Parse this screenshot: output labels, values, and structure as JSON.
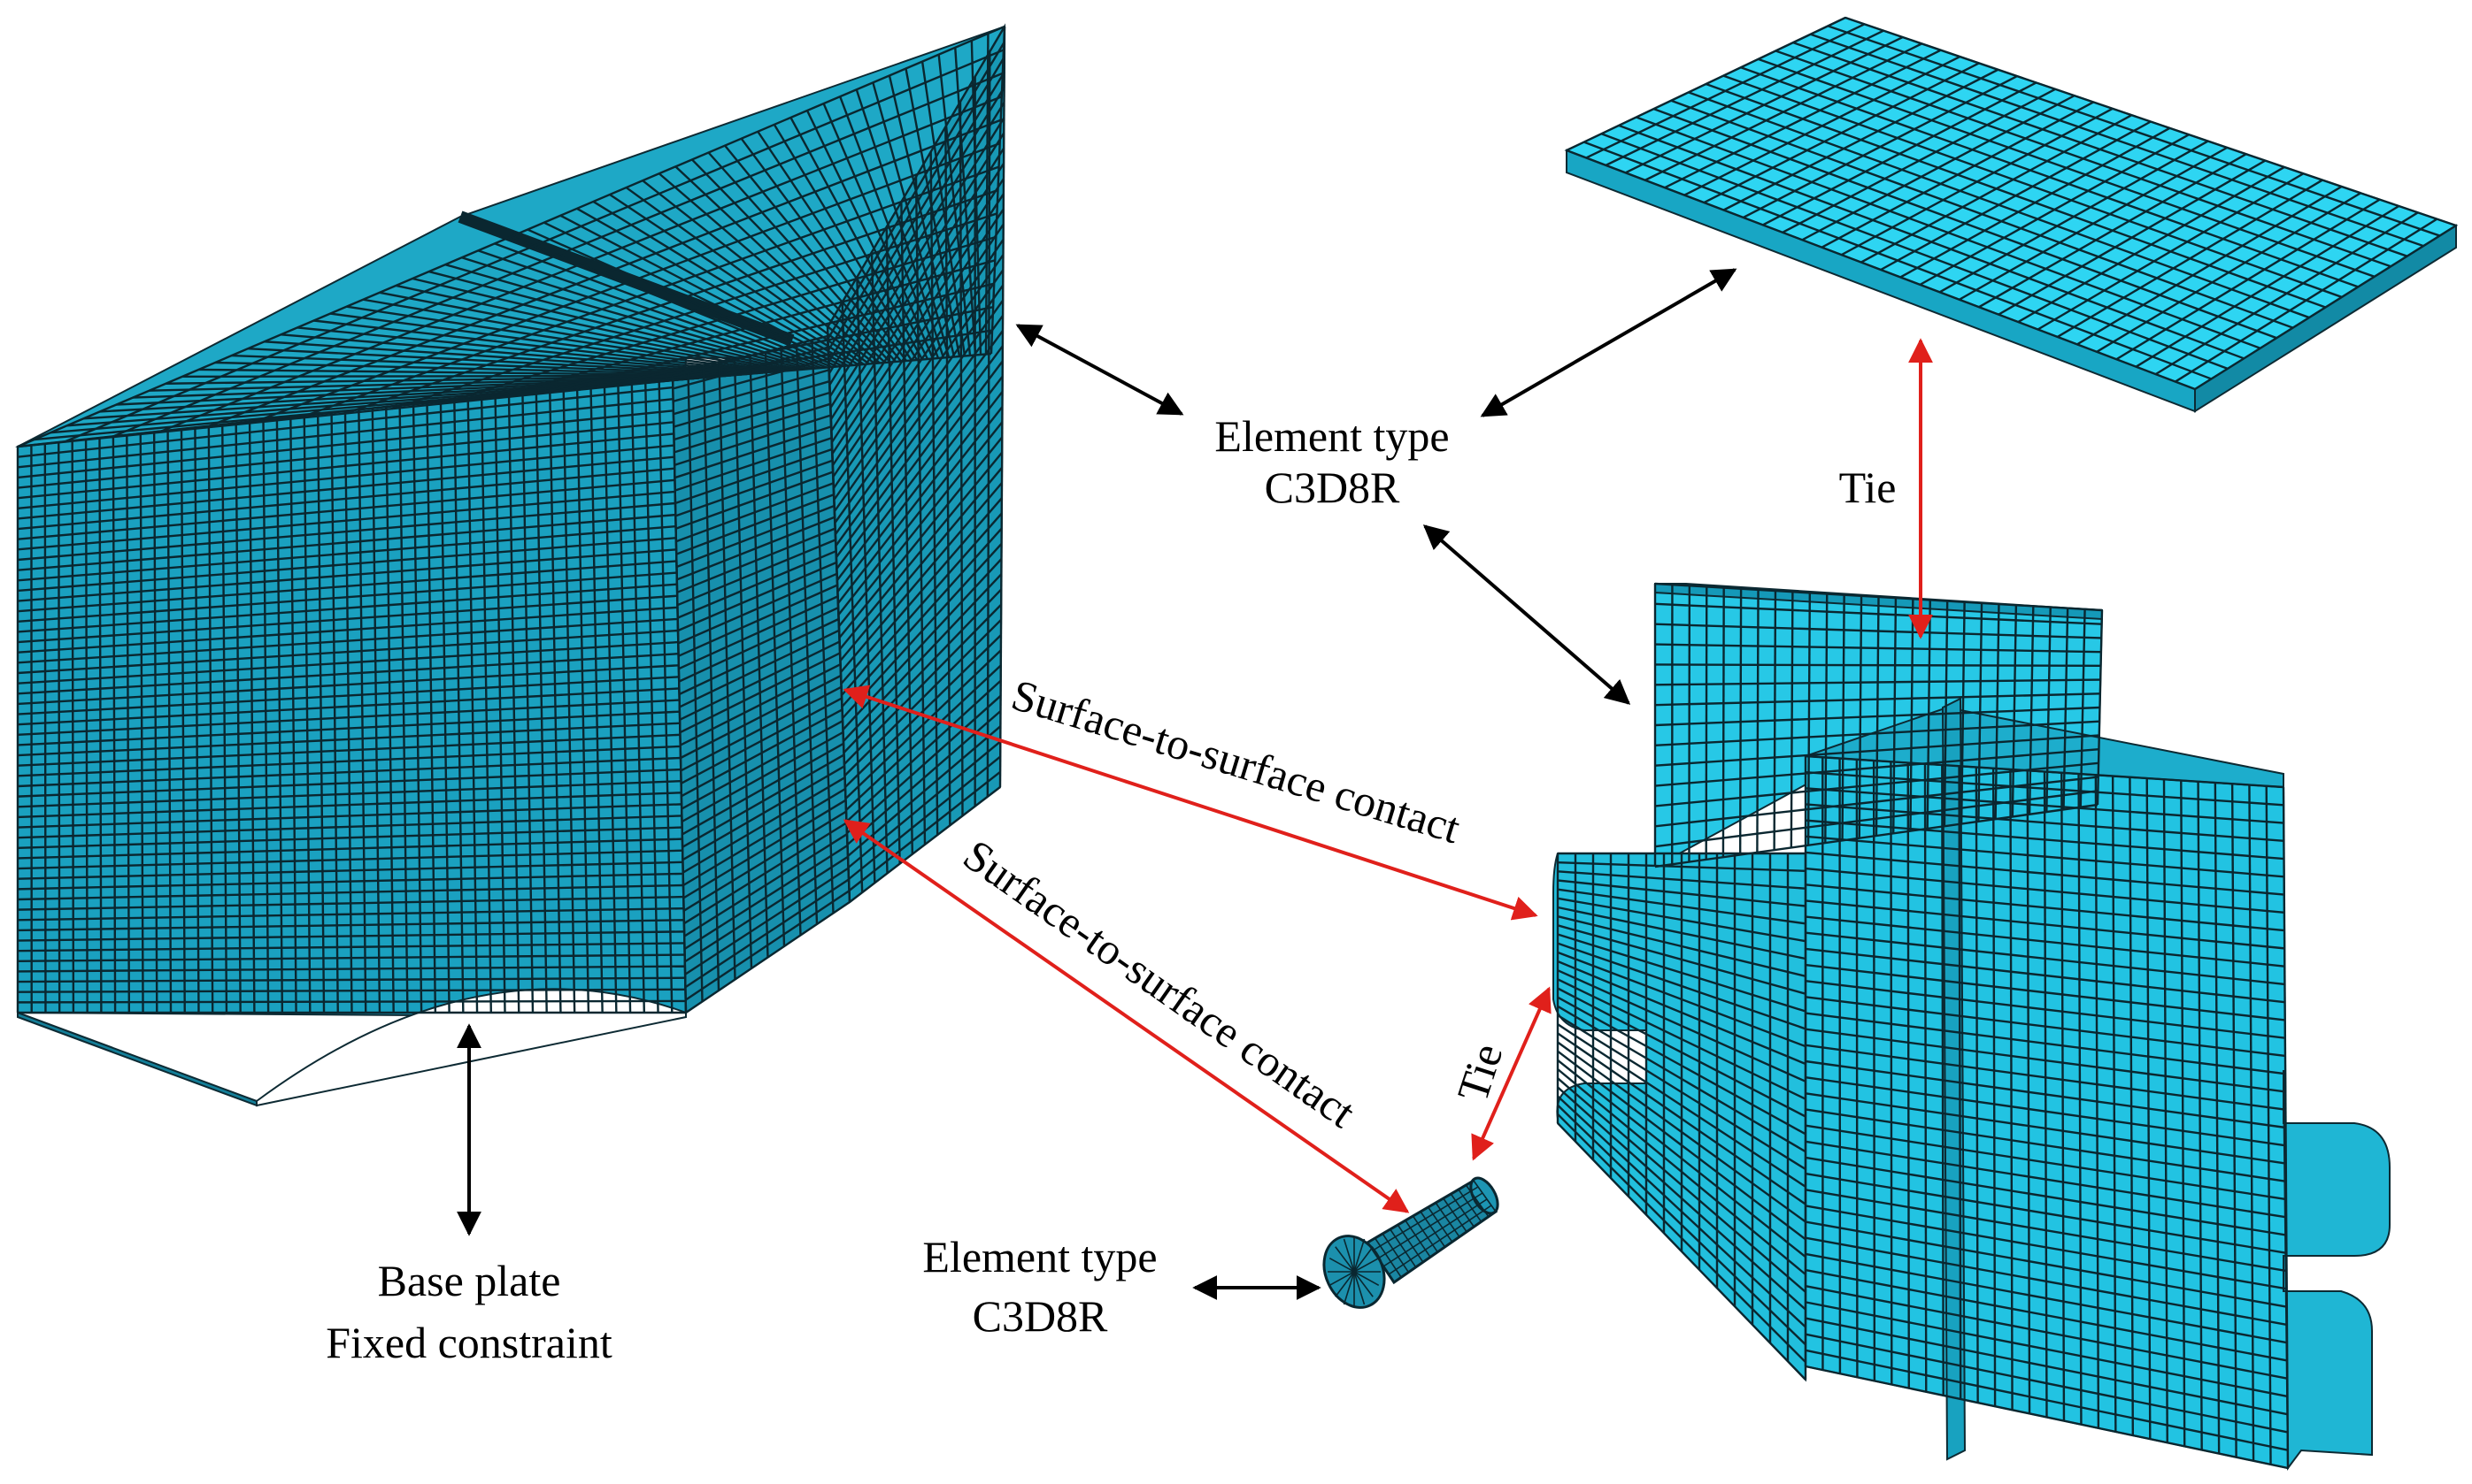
{
  "colors": {
    "mesh_face": "#1a9fbf",
    "mesh_face_light": "#2ad3f0",
    "mesh_face_dark": "#138aa6",
    "mesh_line": "#0a2730",
    "arrow_black": "#000000",
    "arrow_red": "#e0201b"
  },
  "labels": {
    "element_type_top": {
      "line1": "Element type",
      "line2": "C3D8R"
    },
    "tie_right": "Tie",
    "surface_contact_1": "Surface-to-surface contact",
    "surface_contact_2": "Surface-to-surface contact",
    "tie_bolt": "Tie",
    "base_plate": {
      "line1": "Base plate",
      "line2": "Fixed constraint"
    },
    "element_type_bolt": {
      "line1": "Element type",
      "line2": "C3D8R"
    }
  },
  "parts": [
    "base-block",
    "top-plate",
    "cruciform-joint",
    "bolt"
  ]
}
